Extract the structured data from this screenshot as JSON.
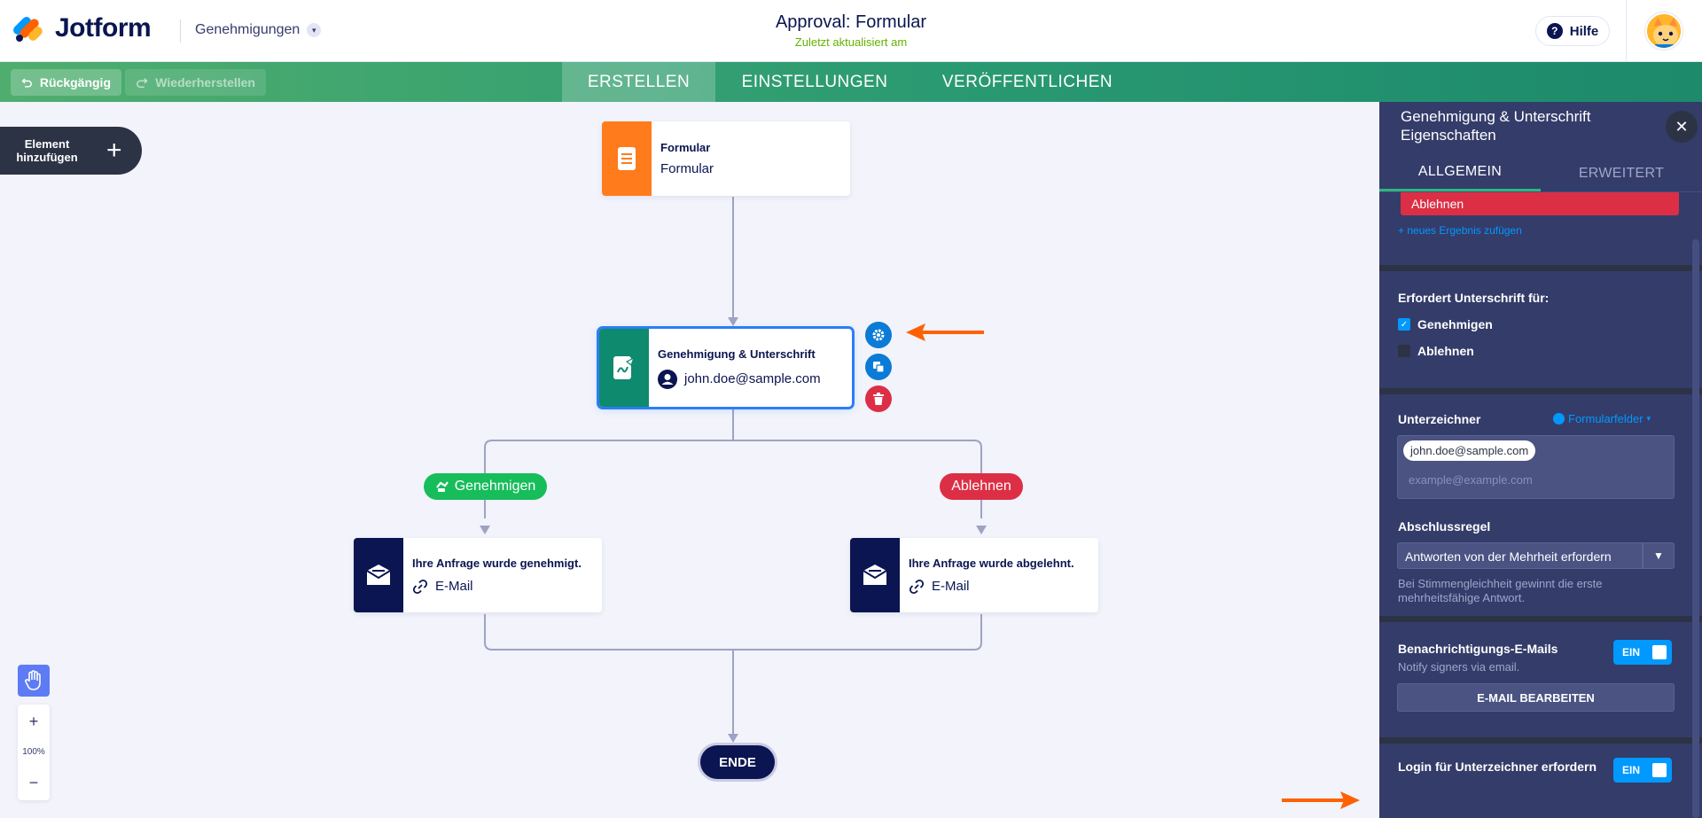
{
  "header": {
    "logo_text": "Jotform",
    "form_selector": "Genehmigungen",
    "title": "Approval: Formular",
    "subtitle": "Zuletzt aktualisiert am",
    "help_label": "Hilfe"
  },
  "toolbar": {
    "undo_label": "Rückgängig",
    "redo_label": "Wiederherstellen",
    "tabs": [
      {
        "label": "ERSTELLEN",
        "active": true
      },
      {
        "label": "EINSTELLUNGEN",
        "active": false
      },
      {
        "label": "VERÖFFENTLICHEN",
        "active": false
      }
    ]
  },
  "canvas": {
    "add_element_label": "Element hinzufügen",
    "form_node": {
      "title": "Formular",
      "subtitle": "Formular"
    },
    "approval_node": {
      "title": "Genehmigung & Unterschrift",
      "assignee": "john.doe@sample.com"
    },
    "branch_approve": "Genehmigen",
    "branch_reject": "Ablehnen",
    "email_approved": {
      "title": "Ihre Anfrage wurde genehmigt.",
      "subtitle": "E-Mail"
    },
    "email_rejected": {
      "title": "Ihre Anfrage wurde abgelehnt.",
      "subtitle": "E-Mail"
    },
    "end_label": "ENDE",
    "zoom_level": "100%"
  },
  "panel": {
    "title": "Genehmigung & Unterschrift Eigenschaften",
    "tabs": [
      {
        "label": "ALLGEMEIN",
        "active": true
      },
      {
        "label": "ERWEITERT",
        "active": false
      }
    ],
    "outcome_reject_label": "Ablehnen",
    "add_outcome_link": "+ neues Ergebnis zufügen",
    "signature_heading": "Erfordert Unterschrift für:",
    "signature_options": [
      {
        "label": "Genehmigen",
        "checked": true
      },
      {
        "label": "Ablehnen",
        "checked": false
      }
    ],
    "signers_heading": "Unterzeichner",
    "form_fields_link": "Formularfelder",
    "signer_tag": "john.doe@sample.com",
    "signer_placeholder": "example@example.com",
    "completion_heading": "Abschlussregel",
    "completion_value": "Antworten von der Mehrheit erfordern",
    "completion_hint": "Bei Stimmengleichheit gewinnt die erste mehrheitsfähige Antwort.",
    "notification_heading": "Benachrichtigungs-E-Mails",
    "notification_hint": "Notify signers via email.",
    "notification_toggle": "EIN",
    "edit_email_button": "E-MAIL BEARBEITEN",
    "login_heading": "Login für Unterzeichner erfordern",
    "login_toggle": "EIN"
  },
  "colors": {
    "brand_navy": "#0a1551",
    "form_orange": "#ff7b1c",
    "approval_teal": "#0e8a6e",
    "approve_green": "#18bd5b",
    "reject_red": "#dc2f45",
    "selection_blue": "#2a7ef5",
    "toggle_blue": "#0099ff",
    "panel_bg": "#343c6a",
    "annotation_orange": "#ff6100"
  },
  "icons": [
    "undo-icon",
    "redo-icon",
    "plus-icon",
    "form-icon",
    "approval-signature-icon",
    "gear-icon",
    "duplicate-icon",
    "trash-icon",
    "approve-icon",
    "email-icon",
    "link-icon",
    "user-icon",
    "hand-icon",
    "close-icon",
    "check-icon",
    "dropdown-icon"
  ]
}
